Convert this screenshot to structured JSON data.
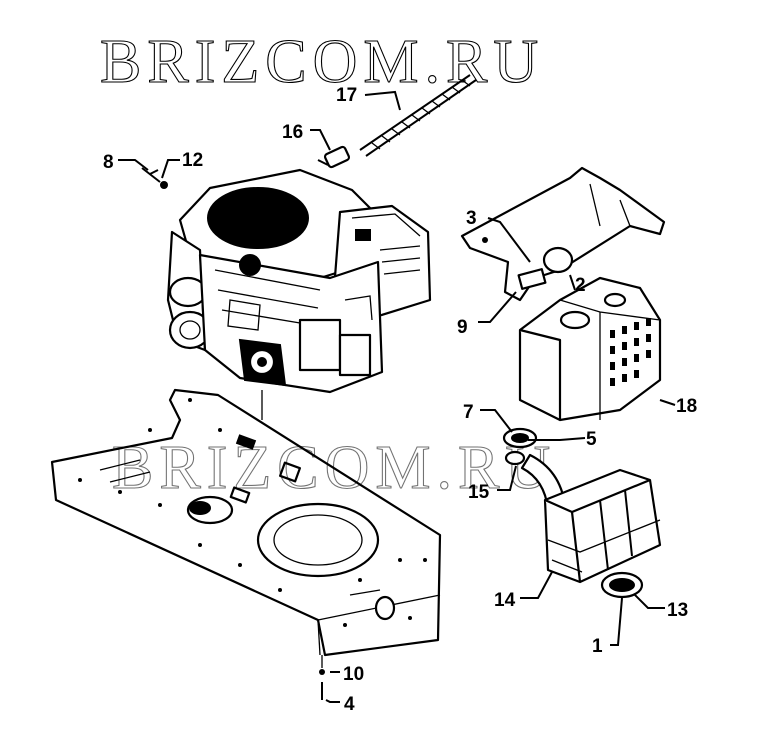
{
  "watermark": {
    "top": "BRIZCOM.RU",
    "middle": "BRIZCOM.RU"
  },
  "callouts": {
    "c1": "1",
    "c2": "2",
    "c3": "3",
    "c4": "4",
    "c5": "5",
    "c7": "7",
    "c8": "8",
    "c9": "9",
    "c10": "10",
    "c12": "12",
    "c13": "13",
    "c14": "14",
    "c15": "15",
    "c16": "16",
    "c17": "17",
    "c18": "18"
  },
  "colors": {
    "ink": "#000000",
    "paper": "#ffffff"
  }
}
